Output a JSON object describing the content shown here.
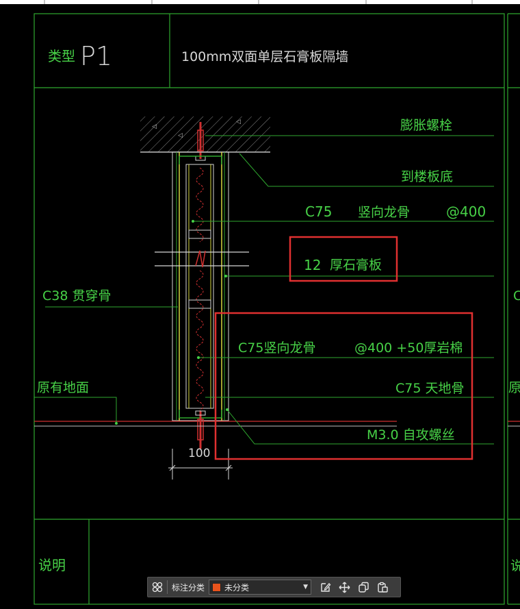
{
  "header": {
    "type_label": "类型",
    "type_code": "P1",
    "title": "100mm双面单层石膏板隔墙"
  },
  "annotations": {
    "expansion_bolt": "膨胀螺栓",
    "to_floor_slab": "到楼板底",
    "c75_stud_code": "C75",
    "c75_stud_name": "竖向龙骨",
    "c75_stud_spacing": "@400",
    "gypsum_thickness": "12",
    "gypsum_name": "厚石膏板",
    "c38_channel": "C38 贯穿骨",
    "c75_stud_insulation_name": "C75竖向龙骨",
    "c75_stud_insulation_spec": "@400 +50厚岩棉",
    "existing_ground": "原有地面",
    "c75_track": "C75 天地骨",
    "self_tapping_screw": "M3.0 自攻螺丝",
    "dimension": "100"
  },
  "footer": {
    "notes_label": "说明"
  },
  "right_partial": {
    "c_fragment": "C",
    "ground_fragment": "原",
    "notes_fragment": "说"
  },
  "toolbar": {
    "label": "标注分类",
    "selected_category": "未分类",
    "category_color": "#e8531c"
  },
  "colors": {
    "background": "#000000",
    "frame_line": "#2fa82f",
    "cad_text": "#47d147",
    "highlight_box": "#e03030",
    "wall_yellow": "#d8d840",
    "wall_red": "#d03030",
    "header_text": "#c8e0c8"
  }
}
